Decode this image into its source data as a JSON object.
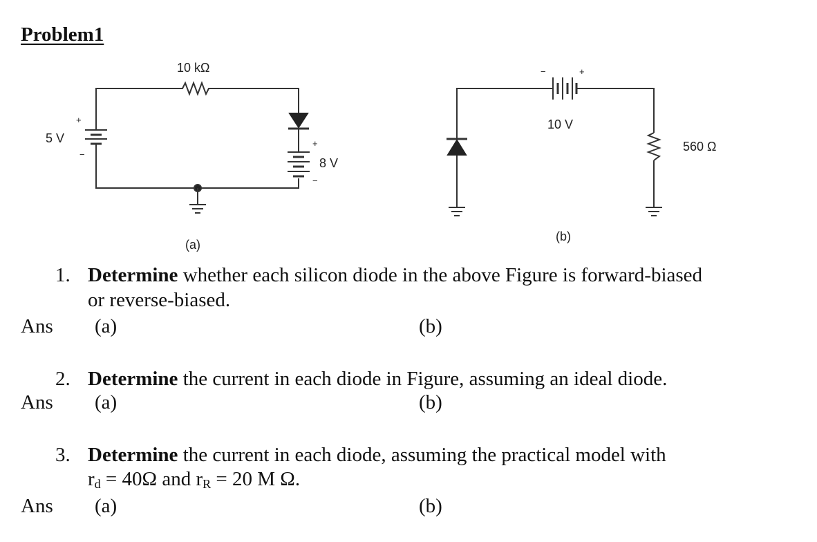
{
  "title": "Problem1",
  "figure": {
    "a": {
      "caption": "(a)",
      "resistor_label": "10 kΩ",
      "source1_label": "5 V",
      "source2_label": "8 V"
    },
    "b": {
      "caption": "(b)",
      "source_label": "10 V",
      "resistor_label": "560 Ω"
    },
    "plus": "+",
    "minus": "−"
  },
  "questions": [
    {
      "number": "1.",
      "bold": "Determine",
      "line1": " whether each silicon diode in the above Figure is forward-biased",
      "line2": "or reverse-biased."
    },
    {
      "number": "2.",
      "bold": "Determine",
      "line1": " the current in each diode in Figure, assuming an ideal diode."
    },
    {
      "number": "3.",
      "bold": "Determine",
      "line1": " the current in each diode, assuming the practical model with",
      "line2_r1": "r",
      "line2_sub1": "d",
      "line2_mid": " = 40Ω and r",
      "line2_sub2": "R",
      "line2_end": " = 20 M Ω."
    }
  ],
  "answers": {
    "ans": "Ans",
    "a": "(a)",
    "b": "(b)"
  }
}
